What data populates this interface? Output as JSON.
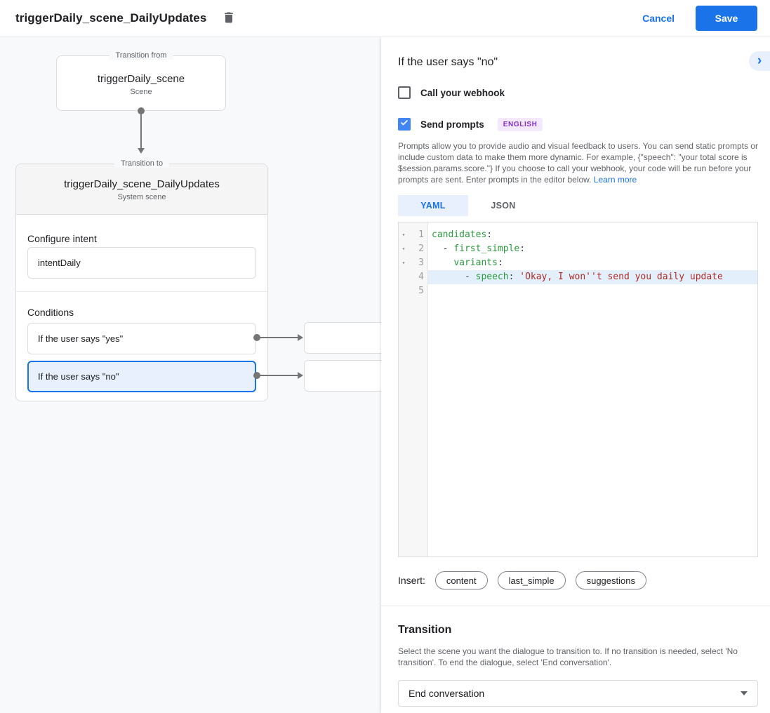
{
  "topbar": {
    "title": "triggerDaily_scene_DailyUpdates",
    "cancel_label": "Cancel",
    "save_label": "Save"
  },
  "colors": {
    "accent_blue": "#1a73e8",
    "selection_blue_bg": "#e8f0fe",
    "badge_purple_text": "#8430ce",
    "badge_purple_bg": "#f3e8fd",
    "code_key_green": "#2b9a3e",
    "code_string_red": "#b02a24",
    "active_line_bg": "#e3f0fc"
  },
  "diagram": {
    "from_card": {
      "group_label": "Transition from",
      "title": "triggerDaily_scene",
      "subtitle": "Scene"
    },
    "to_card": {
      "group_label": "Transition to",
      "title": "triggerDaily_scene_DailyUpdates",
      "subtitle": "System scene",
      "configure_intent_label": "Configure intent",
      "intent_value": "intentDaily",
      "conditions_label": "Conditions",
      "conditions": [
        {
          "label": "If the user says \"yes\"",
          "selected": false
        },
        {
          "label": "If the user says \"no\"",
          "selected": true
        }
      ]
    }
  },
  "panel": {
    "title": "If the user says \"no\"",
    "webhook_label": "Call your webhook",
    "webhook_checked": false,
    "prompts_label": "Send prompts",
    "prompts_checked": true,
    "language_badge": "ENGLISH",
    "description": "Prompts allow you to provide audio and visual feedback to users. You can send static prompts or include custom data to make them more dynamic. For example, {\"speech\": \"your total score is $session.params.score.\"} If you choose to call your webhook, your code will be run before your prompts are sent. Enter prompts in the editor below. ",
    "learn_more_label": "Learn more",
    "tabs": [
      {
        "label": "YAML",
        "active": true
      },
      {
        "label": "JSON",
        "active": false
      }
    ],
    "editor": {
      "fold_marker": "▾",
      "line_numbers": [
        "1",
        "2",
        "3",
        "4",
        "5"
      ],
      "active_line": 4,
      "code": {
        "l1_key": "candidates",
        "l1_punct": ":",
        "l2_punct1": "  - ",
        "l2_key": "first_simple",
        "l2_punct2": ":",
        "l3_indent": "    ",
        "l3_key": "variants",
        "l3_punct": ":",
        "l4_punct1": "      - ",
        "l4_key": "speech",
        "l4_punct2": ": ",
        "l4_string": "'Okay, I won''t send you daily update"
      }
    },
    "insert_label": "Insert:",
    "insert_chips": [
      "content",
      "last_simple",
      "suggestions"
    ],
    "transition": {
      "title": "Transition",
      "description": "Select the scene you want the dialogue to transition to. If no transition is needed, select 'No transition'. To end the dialogue, select 'End conversation'.",
      "dropdown_value": "End conversation"
    }
  }
}
